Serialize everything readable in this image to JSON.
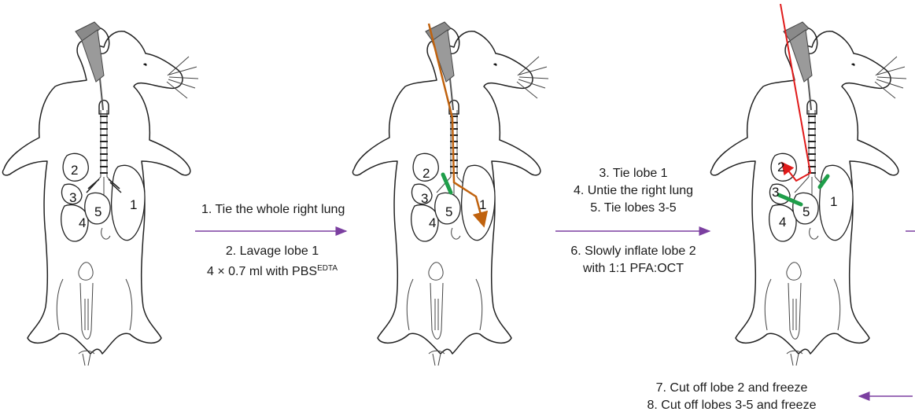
{
  "panels": [
    {
      "lobes": [
        "1",
        "2",
        "3",
        "4",
        "5"
      ],
      "catheter_color": "#7a7a7a",
      "flow": "none"
    },
    {
      "lobes": [
        "1",
        "2",
        "3",
        "4",
        "5"
      ],
      "catheter_color": "#7a7a7a",
      "flow_color": "#c0620e",
      "tie_color": "#1f9e4a"
    },
    {
      "lobes": [
        "1",
        "2",
        "3",
        "4",
        "5"
      ],
      "catheter_color": "#7a7a7a",
      "flow_color": "#e01a1a",
      "tie_color": "#1f9e4a"
    }
  ],
  "steps": {
    "arrow_color": "#7b3fa0",
    "s1": "1. Tie the whole right lung",
    "s2": "2. Lavage lobe 1",
    "s2b_prefix": "4 × 0.7 ml with PBS",
    "s2b_sup": "EDTA",
    "s3": "3. Tie lobe 1",
    "s4": "4. Untie the right lung",
    "s5": "5. Tie lobes 3-5",
    "s6": "6. Slowly inflate lobe 2",
    "s6b": "with 1:1 PFA:OCT",
    "s7": "7. Cut off lobe 2 and freeze",
    "s8": "8. Cut off lobes 3-5 and freeze"
  }
}
